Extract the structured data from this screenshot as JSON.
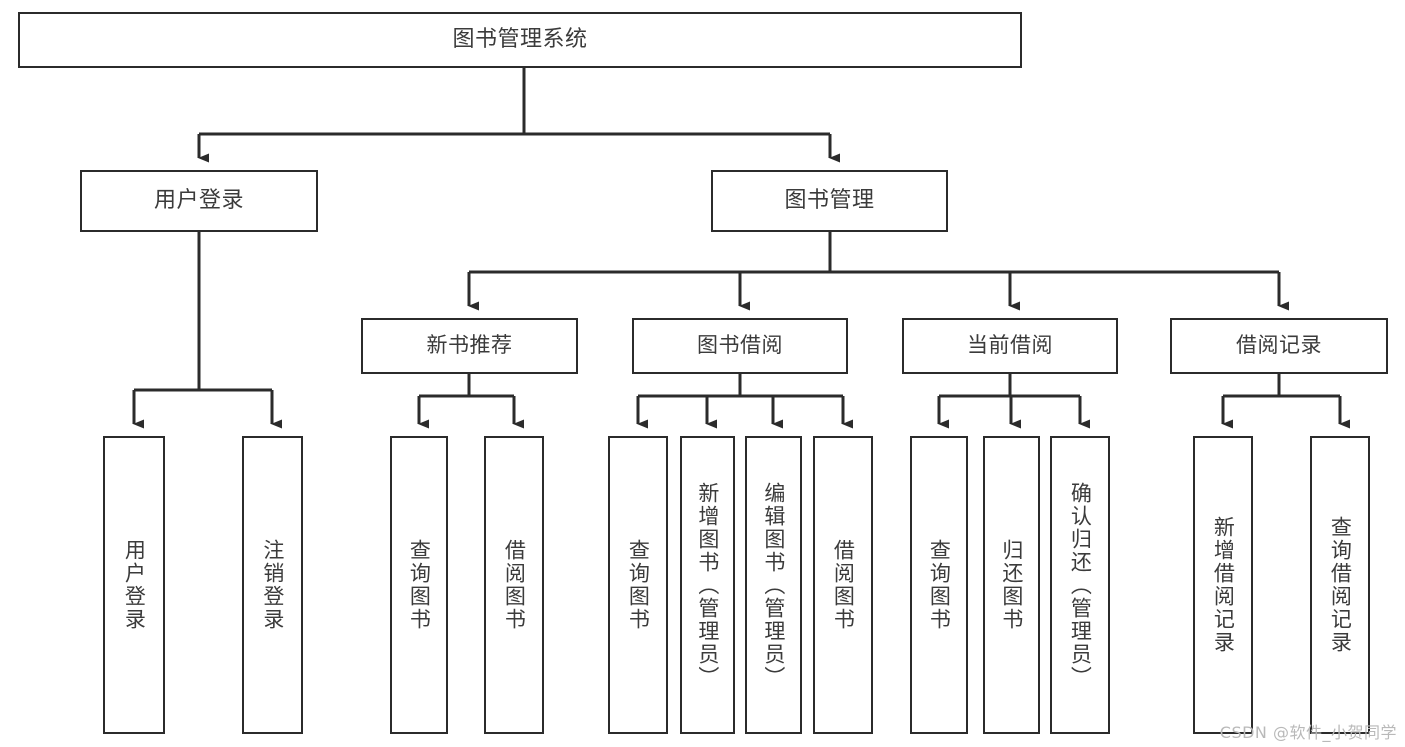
{
  "diagram": {
    "type": "tree-hierarchy",
    "title": "图书管理系统",
    "watermark": "CSDN @软件_小贺同学",
    "colors": {
      "box_border": "#2b2b2b",
      "box_fill": "#ffffff",
      "text": "#3b3b3b",
      "connector": "#2b2b2b",
      "watermark": "#b9b9b9"
    },
    "nodes": {
      "root": {
        "label": "图书管理系统",
        "level": 1
      },
      "level2": [
        {
          "id": "user-login",
          "label": "用户登录"
        },
        {
          "id": "book-manage",
          "label": "图书管理"
        }
      ],
      "level3": [
        {
          "id": "new-book-recommend",
          "label": "新书推荐",
          "parent": "book-manage"
        },
        {
          "id": "book-borrow",
          "label": "图书借阅",
          "parent": "book-manage"
        },
        {
          "id": "current-borrow",
          "label": "当前借阅",
          "parent": "book-manage"
        },
        {
          "id": "borrow-record",
          "label": "借阅记录",
          "parent": "book-manage"
        }
      ],
      "leaves": [
        {
          "id": "leaf-user-login",
          "label": "用户登录",
          "parent": "user-login"
        },
        {
          "id": "leaf-logout-login",
          "label": "注销登录",
          "parent": "user-login"
        },
        {
          "id": "leaf-query-book-1",
          "label": "查询图书",
          "parent": "new-book-recommend"
        },
        {
          "id": "leaf-borrow-book-1",
          "label": "借阅图书",
          "parent": "new-book-recommend"
        },
        {
          "id": "leaf-query-book-2",
          "label": "查询图书",
          "parent": "book-borrow"
        },
        {
          "id": "leaf-add-book",
          "label": "新增图书（管理员）",
          "parent": "book-borrow"
        },
        {
          "id": "leaf-edit-book",
          "label": "编辑图书（管理员）",
          "parent": "book-borrow"
        },
        {
          "id": "leaf-borrow-book-2",
          "label": "借阅图书",
          "parent": "book-borrow"
        },
        {
          "id": "leaf-query-book-3",
          "label": "查询图书",
          "parent": "current-borrow"
        },
        {
          "id": "leaf-return-book",
          "label": "归还图书",
          "parent": "current-borrow"
        },
        {
          "id": "leaf-confirm-return",
          "label": "确认归还（管理员）",
          "parent": "current-borrow"
        },
        {
          "id": "leaf-add-record",
          "label": "新增借阅记录",
          "parent": "borrow-record"
        },
        {
          "id": "leaf-query-record",
          "label": "查询借阅记录",
          "parent": "borrow-record"
        }
      ]
    }
  }
}
